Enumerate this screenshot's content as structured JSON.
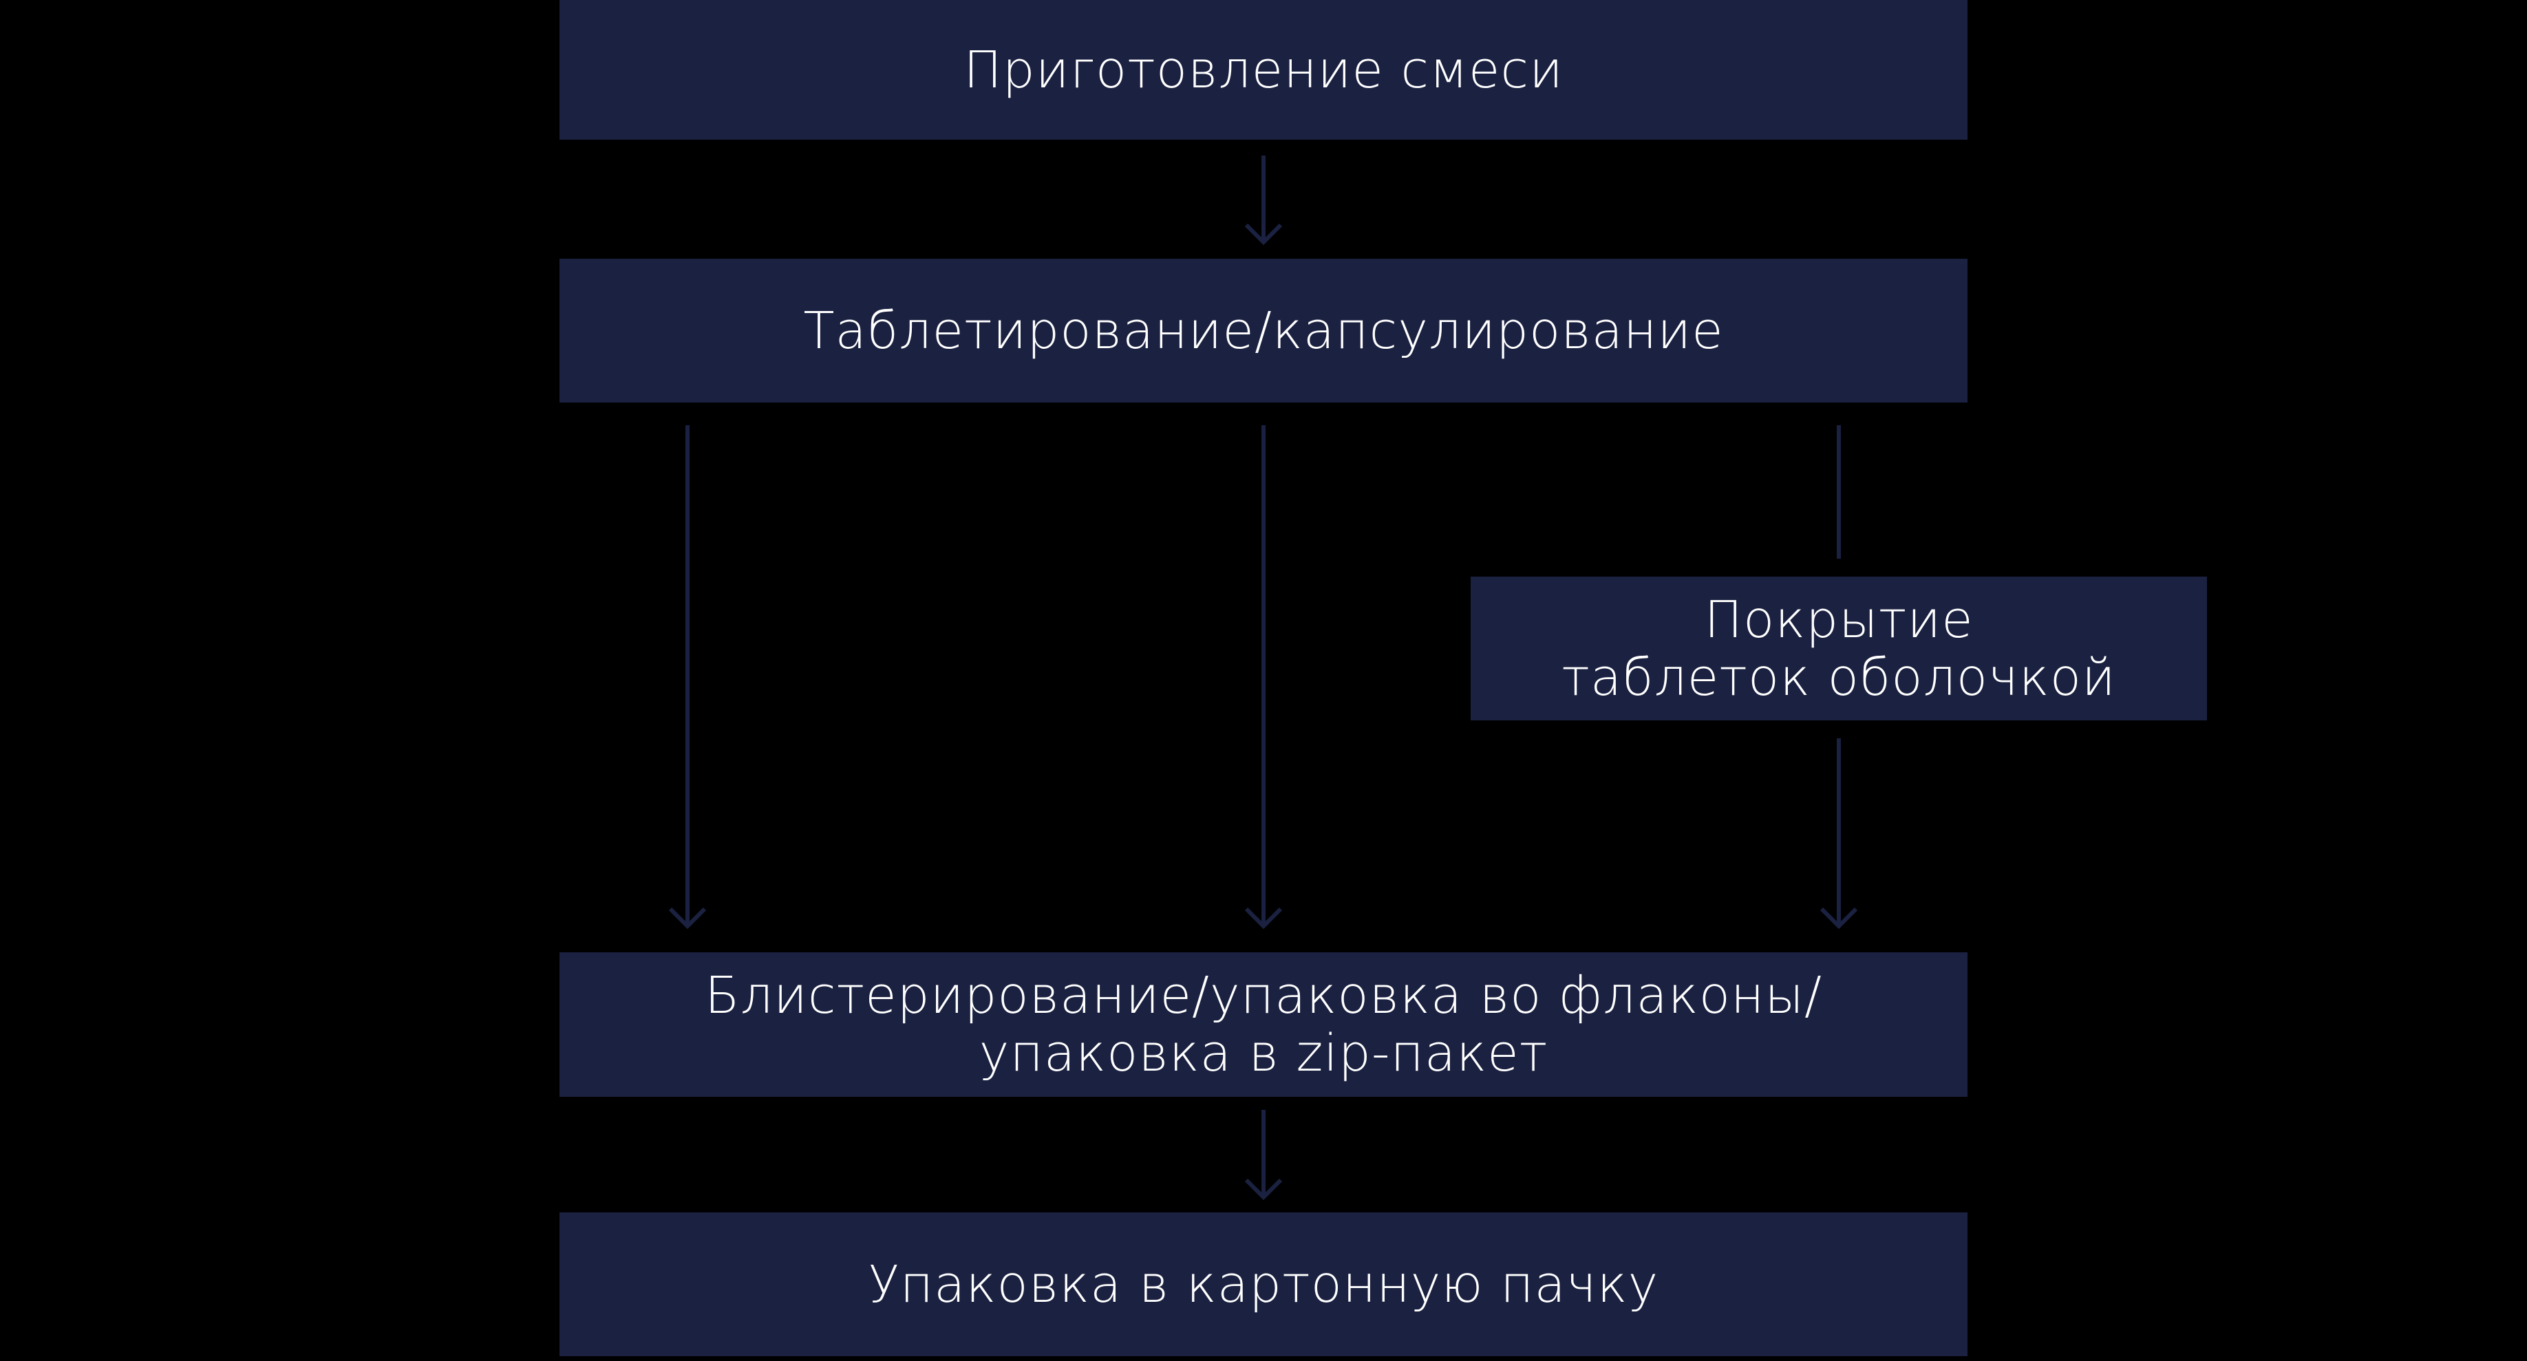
{
  "diagram": {
    "type": "process-flowchart",
    "colors": {
      "background": "#000000",
      "box_fill": "#1B2140",
      "box_text": "#FFFFFF",
      "connector": "#1B2140"
    },
    "nodes": [
      {
        "id": "mix",
        "label": "Приготовление смеси"
      },
      {
        "id": "tablet",
        "label": "Таблетирование/капсулирование"
      },
      {
        "id": "coating",
        "label": "Покрытие\nтаблеток оболочкой"
      },
      {
        "id": "blister",
        "label": "Блистерирование/упаковка во флаконы/\nупаковка в zip-пакет"
      },
      {
        "id": "carton",
        "label": "Упаковка в картонную пачку"
      }
    ],
    "edges": [
      {
        "from": "mix",
        "to": "tablet"
      },
      {
        "from": "tablet",
        "to": "blister",
        "path": "left"
      },
      {
        "from": "tablet",
        "to": "blister",
        "path": "center"
      },
      {
        "from": "tablet",
        "to": "coating"
      },
      {
        "from": "coating",
        "to": "blister"
      },
      {
        "from": "blister",
        "to": "carton"
      }
    ]
  }
}
